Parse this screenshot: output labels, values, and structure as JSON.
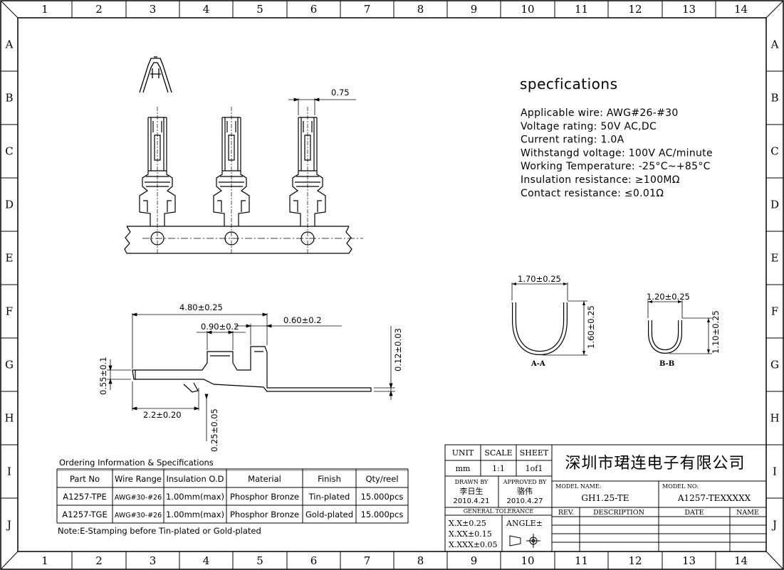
{
  "zones": {
    "cols": [
      "1",
      "2",
      "3",
      "4",
      "5",
      "6",
      "7",
      "8",
      "9",
      "10",
      "11",
      "12",
      "13",
      "14"
    ],
    "rows": [
      "A",
      "B",
      "C",
      "D",
      "E",
      "F",
      "G",
      "H",
      "I",
      "J"
    ]
  },
  "specifications": {
    "heading": "specfications",
    "lines": [
      "Applicable wire: AWG#26-#30",
      "Voltage rating: 50V AC,DC",
      "Current rating: 1.0A",
      "Withstangd voltage: 100V AC/minute",
      "Working Temperature: -25°C~+85°C",
      "Insulation resistance: ≥100MΩ",
      "Contact resistance: ≤0.01Ω"
    ]
  },
  "dimensions": {
    "pitch_top": "0.75",
    "overall_length": "4.80±0.25",
    "crimp_len": "0.90±0.2",
    "tail": "0.60±0.2",
    "height": "0.55±0.1",
    "front": "2.2±0.20",
    "thickness": "0.25±0.05",
    "carrier": "0.12±0.03",
    "aa_width": "1.70±0.25",
    "aa_height": "1.60±0.25",
    "aa_label": "A-A",
    "bb_width": "1.20±0.25",
    "bb_height": "1.10±0.25",
    "bb_label": "B-B"
  },
  "ordering": {
    "title": "Ordering Information & Specifications",
    "headers": [
      "Part No",
      "Wire Range",
      "Insulation O.D",
      "Material",
      "Finish",
      "Qty/reel"
    ],
    "rows": [
      [
        "A1257-TPE",
        "AWG#30-#26",
        "1.00mm(max)",
        "Phosphor Bronze",
        "Tin-plated",
        "15.000pcs"
      ],
      [
        "A1257-TGE",
        "AWG#30-#26",
        "1.00mm(max)",
        "Phosphor Bronze",
        "Gold-plated",
        "15.000pcs"
      ]
    ],
    "note": "Note:E-Stamping before Tin-plated or Gold-plated"
  },
  "title_block": {
    "unit_label": "UNIT",
    "scale_label": "SCALE",
    "sheet_label": "SHEET",
    "unit": "mm",
    "scale": "1:1",
    "sheet": "1of1",
    "company": "深圳市珺连电子有限公司",
    "drawn_by_label": "DRAWN BY",
    "drawn_by": "李日生",
    "drawn_date": "2010.4.21",
    "approved_by_label": "APPROVED BY",
    "approved_by": "骆伟",
    "approved_date": "2010.4.27",
    "model_name_label": "MODEL NAME:",
    "model_name": "GH1.25-TE",
    "model_no_label": "MODEL NO:",
    "model_no": "A1257-TEXXXXX",
    "tolerance_label": "GENERAL TOLERANCE",
    "tol1": "X.X±0.25",
    "tol2": "X.XX±0.15",
    "tol3": "X.XXX±0.05",
    "angle_label": "ANGLE±",
    "rev_label": "REV.",
    "description_label": "DESCRIPTION",
    "date_label": "DATE",
    "name_label": "NAME"
  }
}
